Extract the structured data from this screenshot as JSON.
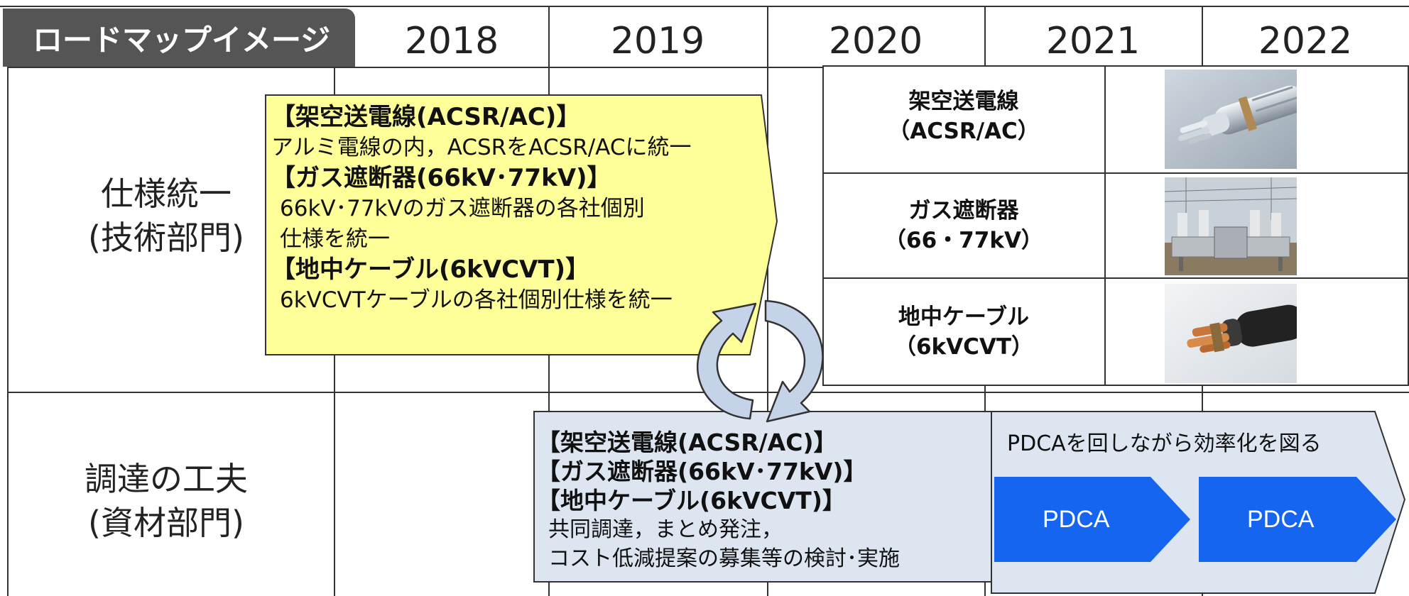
{
  "header": {
    "title": "ロードマップイメージ",
    "years": [
      "2018",
      "2019",
      "2020",
      "2021",
      "2022"
    ]
  },
  "rows": [
    {
      "label_line1": "仕様統一",
      "label_line2": "(技術部門)"
    },
    {
      "label_line1": "調達の工夫",
      "label_line2": "(資材部門)"
    }
  ],
  "spec_box": {
    "h1": "【架空送電線(ACSR/AC)】",
    "t1": "アルミ電線の内，ACSRをACSR/ACに統一",
    "h2": "【ガス遮断器(66kV･77kV)】",
    "t2a": "66kV･77kVのガス遮断器の各社個別",
    "t2b": "仕様を統一",
    "h3": "【地中ケーブル(6kVCVT)】",
    "t3": "6kVCVTケーブルの各社個別仕様を統一"
  },
  "procurement_box": {
    "h1": "【架空送電線(ACSR/AC)】",
    "h2": "【ガス遮断器(66kV･77kV)】",
    "h3": "【地中ケーブル(6kVCVT)】",
    "t1": "共同調達，まとめ発注，",
    "t2": "コスト低減提案の募集等の検討･実施"
  },
  "equipment_table": [
    {
      "line1": "架空送電線",
      "line2": "（ACSR/AC）",
      "image": "conductor-cable-photo"
    },
    {
      "line1": "ガス遮断器",
      "line2": "（66・77kV）",
      "image": "gas-circuit-breaker-photo"
    },
    {
      "line1": "地中ケーブル",
      "line2": "（6kVCVT）",
      "image": "underground-cable-photo"
    }
  ],
  "pdca": {
    "caption": "PDCAを回しながら効率化を図る",
    "labels": [
      "PDCA",
      "PDCA"
    ]
  },
  "colors": {
    "title_tab": "#555555",
    "yellow_box": "#ffff99",
    "procurement_box": "#dde5f0",
    "pdca_arrow": "#1565f0",
    "cycle_arrow": "#c5d3e8"
  }
}
